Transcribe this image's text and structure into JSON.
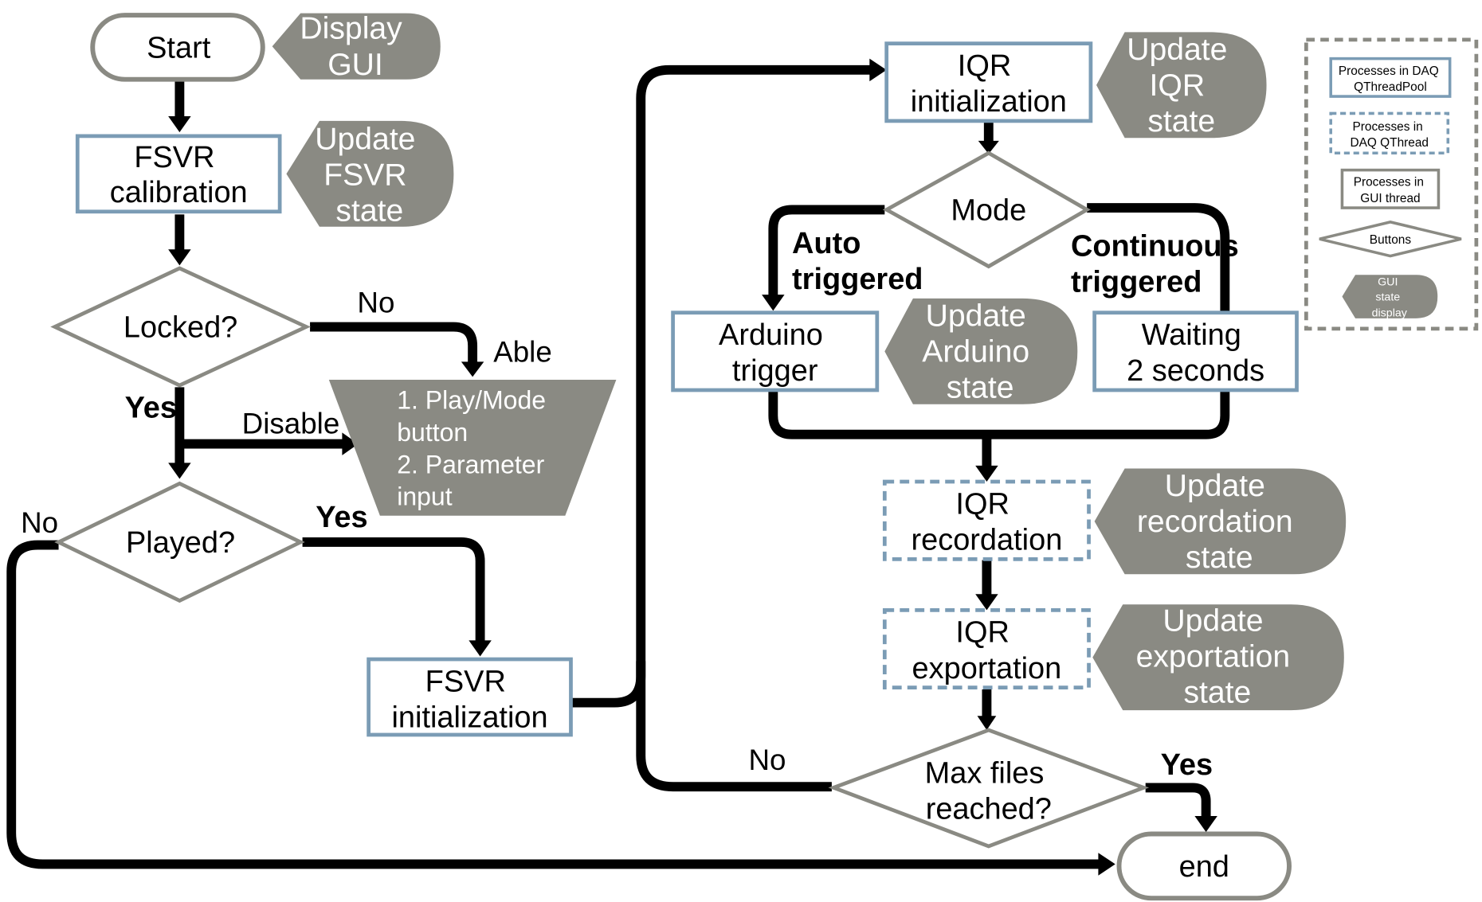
{
  "nodes": {
    "start": "Start",
    "display_gui": [
      "Display",
      "GUI"
    ],
    "fsvr_calibration": [
      "FSVR",
      "calibration"
    ],
    "update_fsvr_state": [
      "Update",
      "FSVR",
      "state"
    ],
    "locked": "Locked?",
    "disable_items": [
      "1. Play/Mode",
      "button",
      "2. Parameter",
      "input"
    ],
    "played": "Played?",
    "fsvr_initialization": [
      "FSVR",
      "initialization"
    ],
    "iqr_initialization": [
      "IQR",
      "initialization"
    ],
    "update_iqr_state": [
      "Update",
      "IQR",
      "state"
    ],
    "mode": "Mode",
    "arduino_trigger": [
      "Arduino",
      "trigger"
    ],
    "update_arduino_state": [
      "Update",
      "Arduino",
      "state"
    ],
    "waiting": [
      "Waiting",
      "2 seconds"
    ],
    "iqr_recordation": [
      "IQR",
      "recordation"
    ],
    "update_recordation_state": [
      "Update",
      "recordation",
      "state"
    ],
    "iqr_exportation": [
      "IQR",
      "exportation"
    ],
    "update_exportation_state": [
      "Update",
      "exportation",
      "state"
    ],
    "max_files": [
      "Max files",
      "reached?"
    ],
    "end": "end"
  },
  "edge_labels": {
    "locked_no": "No",
    "able": "Able",
    "locked_yes": "Yes",
    "disable": "Disable",
    "played_no": "No",
    "played_yes": "Yes",
    "auto_triggered": [
      "Auto",
      "triggered"
    ],
    "continuous_triggered": [
      "Continuous",
      "triggered"
    ],
    "max_no": "No",
    "max_yes": "Yes"
  },
  "legend": {
    "daq_threadpool": [
      "Processes in DAQ",
      "QThreadPool"
    ],
    "daq_qthread": [
      "Processes in",
      "DAQ QThread"
    ],
    "gui_thread": [
      "Processes in",
      "GUI thread"
    ],
    "buttons": "Buttons",
    "gui_state_display": [
      "GUI",
      "state",
      "display"
    ]
  },
  "colors": {
    "process_border": "#7b9cb5",
    "gray": "#8a8a83",
    "arrow": "#000000"
  }
}
